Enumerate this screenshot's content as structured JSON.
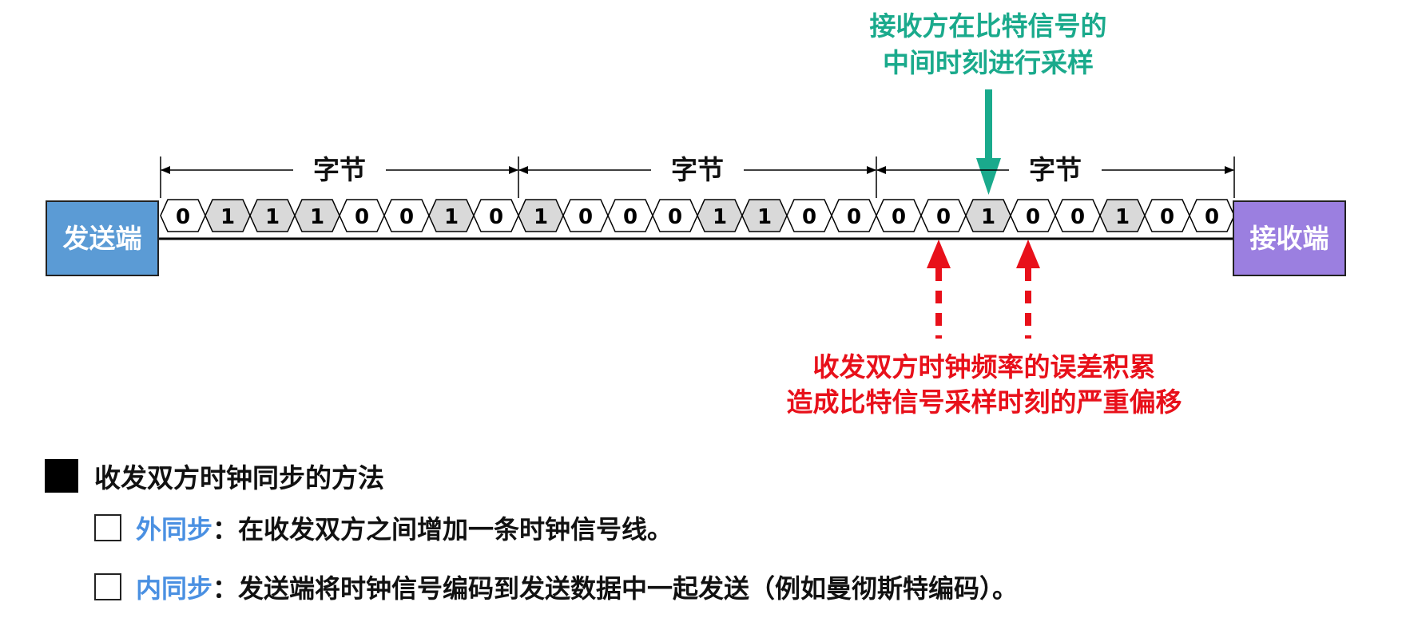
{
  "diagram": {
    "sender_label": "发送端",
    "receiver_label": "接收端",
    "byte_label": "字节",
    "bytes": [
      [
        0,
        1,
        1,
        1,
        0,
        0,
        1,
        0
      ],
      [
        1,
        0,
        0,
        0,
        1,
        1,
        0,
        0
      ],
      [
        0,
        0,
        1,
        0,
        0,
        1,
        0,
        0
      ]
    ],
    "sample_note": [
      "接收方在比特信号的",
      "中间时刻进行采样"
    ],
    "error_note": [
      "收发双方时钟频率的误差积累",
      "造成比特信号采样时刻的严重偏移"
    ],
    "colors": {
      "sender_box": "#5b9bd5",
      "receiver_box": "#9b7fe0",
      "sample_note": "#1aaa8c",
      "error_note": "#e8101a",
      "bit_one_fill": "#d9d9d9",
      "term": "#4a90e2"
    }
  },
  "section": {
    "title": "收发双方时钟同步的方法",
    "items": [
      {
        "term": "外同步",
        "colon": "：",
        "text": "在收发双方之间增加一条时钟信号线。"
      },
      {
        "term": "内同步",
        "colon": "：",
        "text": "发送端将时钟信号编码到发送数据中一起发送（例如曼彻斯特编码）。"
      }
    ]
  }
}
